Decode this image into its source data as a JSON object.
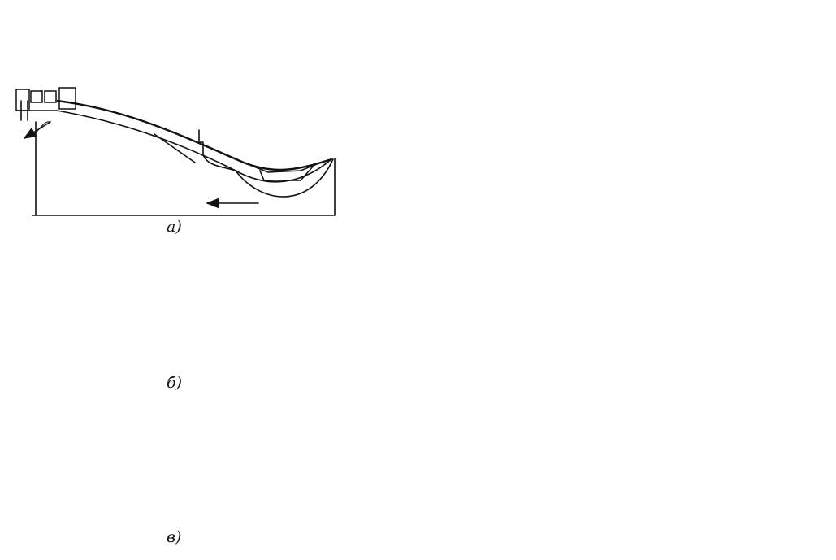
{
  "labels": {
    "a": "а)",
    "b": "б)",
    "v": "в)"
  }
}
